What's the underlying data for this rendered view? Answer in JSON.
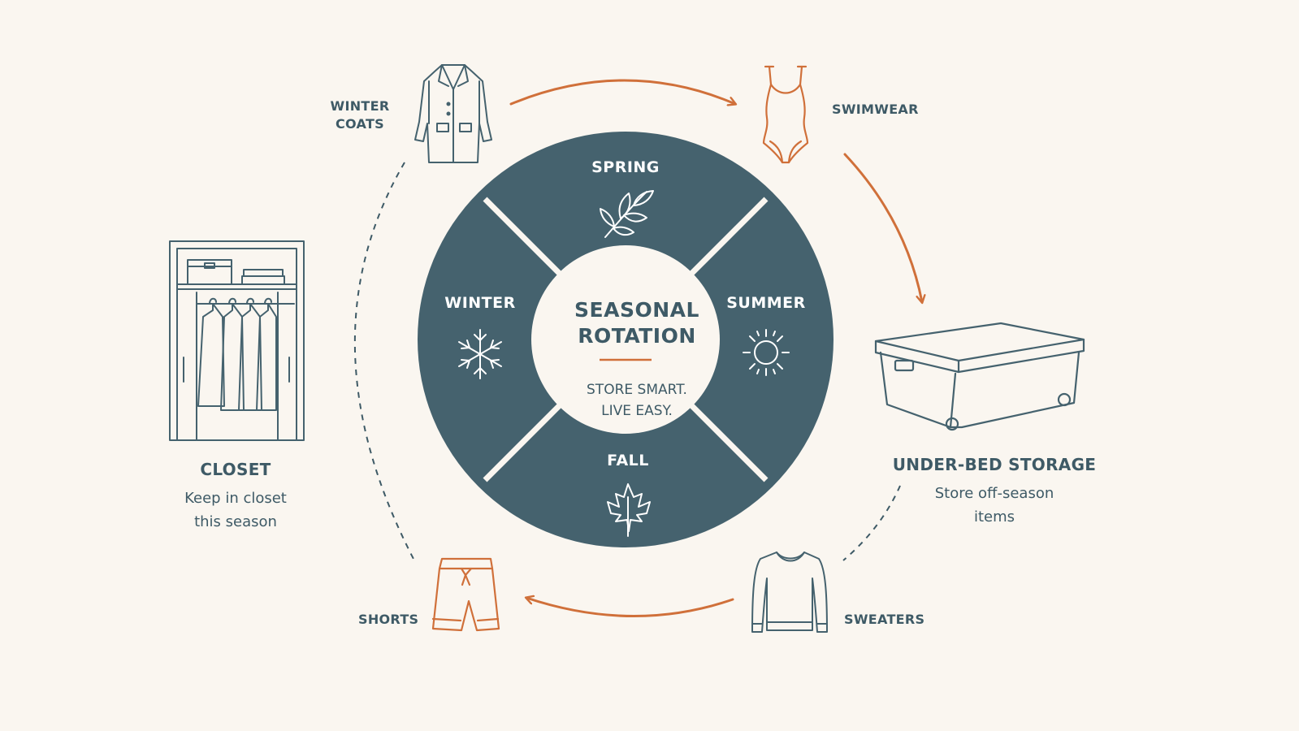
{
  "center": {
    "title_line1": "SEASONAL",
    "title_line2": "ROTATION",
    "tagline_line1": "STORE SMART.",
    "tagline_line2": "LIVE EASY."
  },
  "seasons": {
    "spring": "SPRING",
    "summer": "SUMMER",
    "fall": "FALL",
    "winter": "WINTER"
  },
  "items": {
    "winter_coats_line1": "WINTER",
    "winter_coats_line2": "COATS",
    "swimwear": "SWIMWEAR",
    "shorts": "SHORTS",
    "sweaters": "SWEATERS"
  },
  "closet": {
    "title": "CLOSET",
    "desc_line1": "Keep in closet",
    "desc_line2": "this season"
  },
  "storage": {
    "title": "UNDER-BED STORAGE",
    "desc_line1": "Store off-season",
    "desc_line2": "items"
  },
  "colors": {
    "background": "#faf6f0",
    "wheel": "#45626e",
    "text": "#3e5a66",
    "accent": "#d0703a"
  },
  "icons": [
    "spring-leaf-icon",
    "summer-sun-icon",
    "fall-maple-leaf-icon",
    "winter-snowflake-icon",
    "winter-coat-icon",
    "swimwear-icon",
    "shorts-icon",
    "sweater-icon",
    "closet-icon",
    "storage-bin-icon"
  ]
}
